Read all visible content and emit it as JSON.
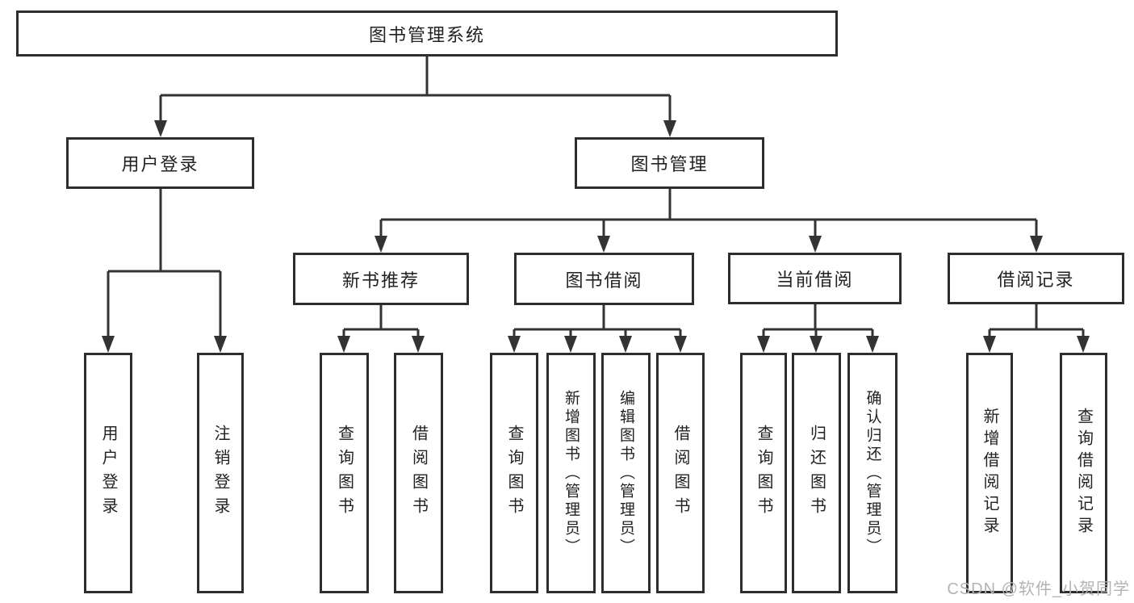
{
  "nodes": {
    "root": "图书管理系统",
    "level2": [
      "用户登录",
      "图书管理"
    ],
    "level3": [
      "新书推荐",
      "图书借阅",
      "当前借阅",
      "借阅记录"
    ],
    "leaves": [
      "用户登录",
      "注销登录",
      "查询图书",
      "借阅图书",
      "查询图书",
      "新增图书（管理员）",
      "编辑图书（管理员）",
      "借阅图书",
      "查询图书",
      "归还图书",
      "确认归还（管理员）",
      "新增借阅记录",
      "查询借阅记录"
    ]
  },
  "watermark": "CSDN @软件_小贺同学",
  "colors": {
    "line": "#333333",
    "box_border": "#2d2d2d",
    "text": "#222222",
    "watermark": "#b3b3b3",
    "background": "#ffffff"
  }
}
